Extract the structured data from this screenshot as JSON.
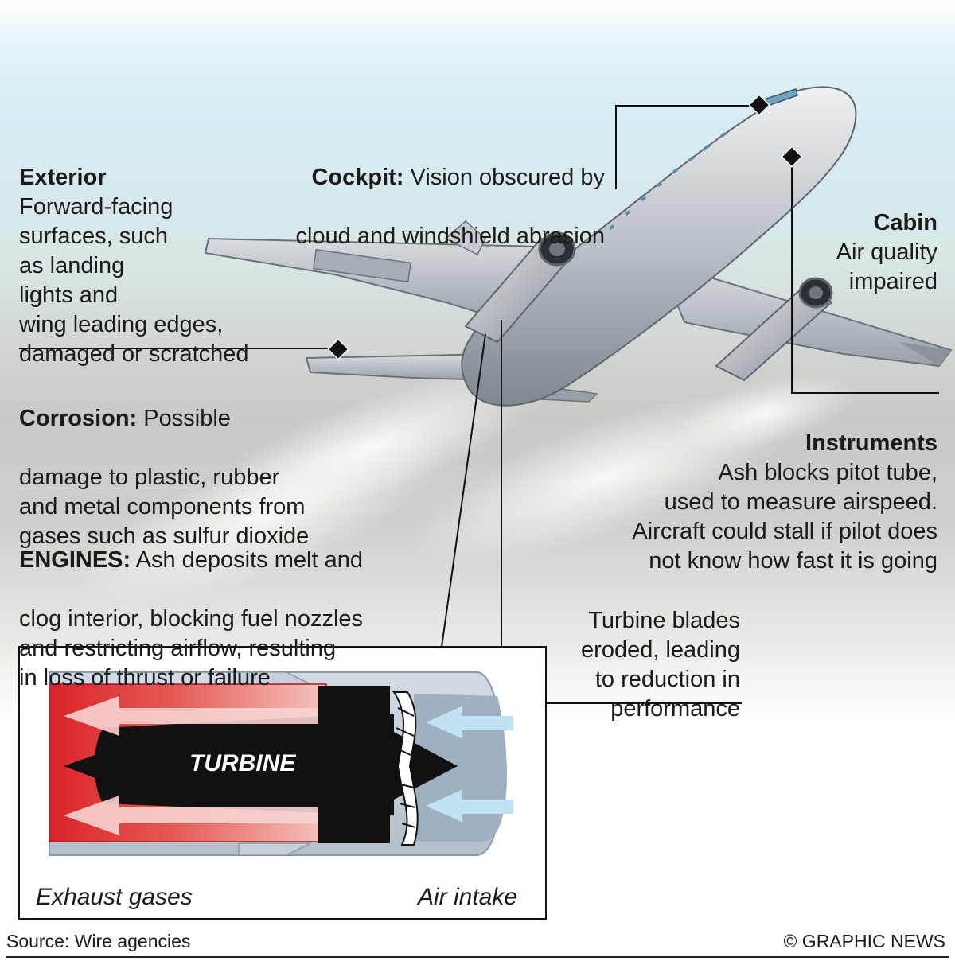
{
  "exterior": {
    "title": "Exterior",
    "text": "Forward-facing\nsurfaces, such\nas landing\nlights and\nwing leading edges,\ndamaged or scratched"
  },
  "cockpit": {
    "title": "Cockpit:",
    "line1": " Vision obscured by",
    "line2": "cloud and windshield abrasion"
  },
  "cabin": {
    "title": "Cabin",
    "text": "Air quality\nimpaired"
  },
  "corrosion": {
    "title": "Corrosion:",
    "line1": " Possible",
    "rest": "damage to plastic, rubber\nand metal components from\ngases such as sulfur dioxide"
  },
  "instruments": {
    "title": "Instruments",
    "text": "Ash blocks pitot tube,\nused to measure airspeed.\nAircraft could stall if pilot does\nnot know how fast it is going"
  },
  "engines": {
    "title": "ENGINES:",
    "line1": " Ash deposits melt and",
    "rest": "clog interior, blocking fuel nozzles\nand restricting airflow, resulting\nin loss of thrust or failure"
  },
  "turbine_blades": {
    "text": "Turbine blades\neroded, leading\nto reduction in\nperformance"
  },
  "engine_diagram": {
    "turbine_label": "TURBINE",
    "exhaust_label": "Exhaust gases",
    "intake_label": "Air intake"
  },
  "footer": {
    "source": "Source: Wire agencies",
    "credit": "© GRAPHIC NEWS"
  },
  "colors": {
    "exhaust_red": "#d9232a",
    "engine_black": "#111111",
    "airflow_blue": "#a9d8ee",
    "fuselage_grey": "#b9c0c6"
  }
}
